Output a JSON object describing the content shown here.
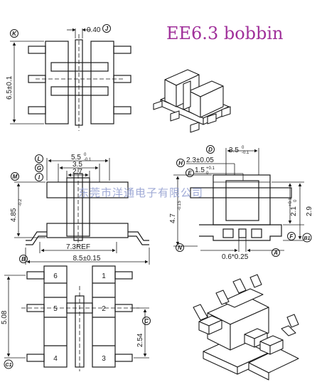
{
  "title": "EE6.3 bobbin",
  "watermark": "东莞市洋通电子有限公司",
  "top_view": {
    "label_k": "K",
    "label_j": "J",
    "dim_slot": "0.40",
    "dim_height": "6.5±0.1"
  },
  "front_view": {
    "label_l": "L",
    "label_g": "G",
    "label_i": "I",
    "label_m": "M",
    "label_b": "B",
    "dim_width": "5.5",
    "dim_width_tol_top": "0",
    "dim_width_tol_bottom": "-0.1",
    "dim_inner": "3.5",
    "dim_core": "2.7",
    "dim_height": "4.85",
    "dim_height_tol": "-0.2",
    "dim_ref": "7.3REF",
    "dim_overall": "8.5±0.15"
  },
  "side_view": {
    "label_d": "D",
    "label_h": "H",
    "label_e": "E",
    "label_n": "N",
    "label_a": "A",
    "label_f": "F",
    "label_b1": "B1",
    "dim_top": "3.5",
    "dim_top_tol_top": "0",
    "dim_top_tol_bottom": "-0.1",
    "dim_h": "2.3±0.05",
    "dim_e": "1.5",
    "dim_e_tol_top": "+0.1",
    "dim_e_tol_bottom": "0",
    "dim_height": "4.7",
    "dim_height_tol": "-0.15",
    "dim_inner": "2.1",
    "dim_inner_tol_top": "+0.1",
    "dim_inner_tol_bottom": "0",
    "dim_outer": "2.9",
    "dim_pin": "0.6*0.25"
  },
  "bottom_view": {
    "label_c": "C",
    "label_c1": "C1",
    "pin_1": "1",
    "pin_2": "2",
    "pin_3": "3",
    "pin_4": "4",
    "pin_5": "5",
    "pin_6": "6",
    "dim_span": "5.08",
    "dim_pitch": "2.54"
  },
  "colors": {
    "line": "#1a1a1a",
    "title": "#a0309a",
    "watermark": "#7f8ec8"
  }
}
